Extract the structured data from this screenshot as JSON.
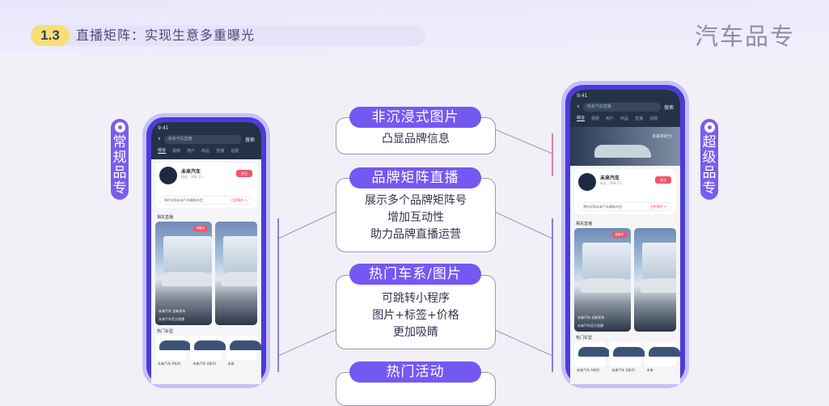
{
  "header": {
    "section_number": "1.3",
    "section_title": "直播矩阵：实现生意多重曝光",
    "category_title": "汽车品专"
  },
  "labels": {
    "left": [
      "常",
      "规",
      "品",
      "专"
    ],
    "right": [
      "超",
      "级",
      "品",
      "专"
    ]
  },
  "features": [
    {
      "title": "非沉浸式图片",
      "lines": [
        "凸显品牌信息"
      ]
    },
    {
      "title": "品牌矩阵直播",
      "lines": [
        "展示多个品牌矩阵号",
        "增加互动性",
        "助力品牌直播运营"
      ]
    },
    {
      "title": "热门车系/图片",
      "lines": [
        "可跳转小程序",
        "图片+标签+价格",
        "更加吸睛"
      ]
    },
    {
      "title": "热门活动",
      "lines": []
    }
  ],
  "phone": {
    "time": "9:41",
    "search_text": "未来汽车直播",
    "search_button": "搜索",
    "tabs": [
      "综合",
      "视频",
      "用户",
      "商品",
      "直播",
      "话题"
    ],
    "brand_name": "未来汽车",
    "brand_sub": "粉丝 · 308.2万",
    "follow": "关注",
    "notice": "预约试驾未来汽车最新车型",
    "notice_link": "立即预约 >",
    "live_section": "相关直播",
    "live_tag": "直播中",
    "live_caption": "未来汽车 全新发布",
    "live_caption2": "未来汽车官方直播",
    "models_section": "热门车型",
    "models": [
      "未来汽车 A系列",
      "未来汽车 Q系列",
      "未来"
    ],
    "banner_sign": "未来新纪元"
  },
  "colors": {
    "accent": "#7458f2",
    "highlight": "#f6df77",
    "phone_frame": "#4b3cd9"
  }
}
